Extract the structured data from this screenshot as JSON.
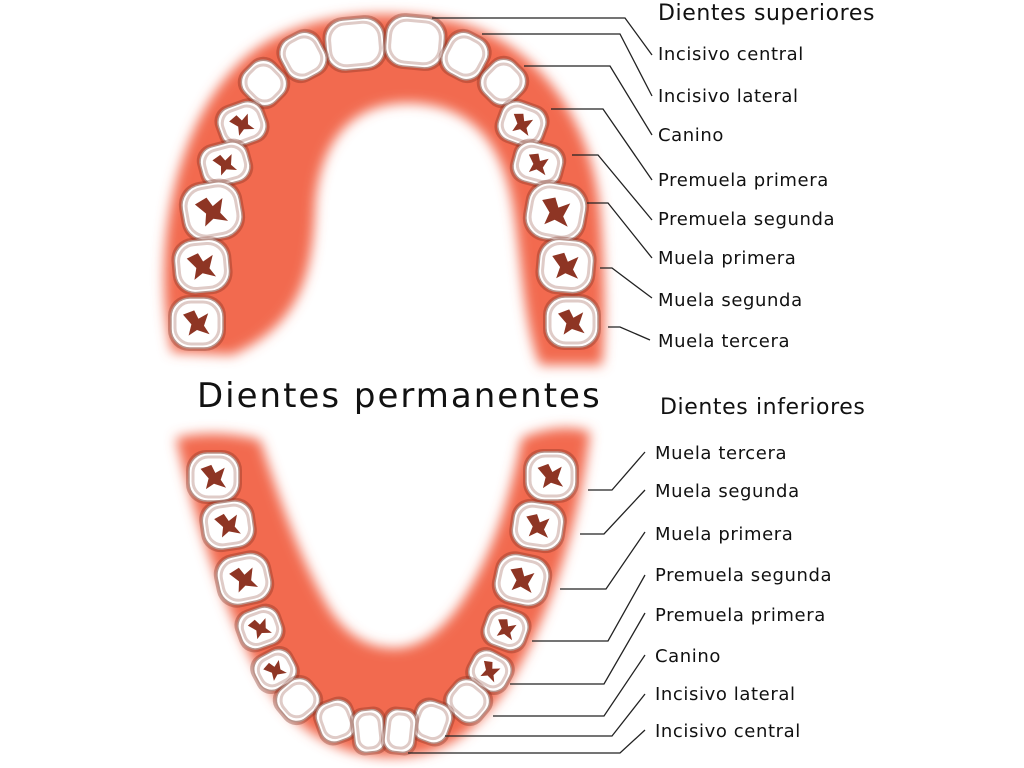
{
  "title": "Dientes permanentes",
  "upper": {
    "heading": "Dientes superiores",
    "labels": [
      "Incisivo central",
      "Incisivo lateral",
      "Canino",
      "Premuela primera",
      "Premuela segunda",
      "Muela primera",
      "Muela segunda",
      "Muela tercera"
    ]
  },
  "lower": {
    "heading": "Dientes inferiores",
    "labels": [
      "Muela tercera",
      "Muela segunda",
      "Muela primera",
      "Premuela segunda",
      "Premuela primera",
      "Canino",
      "Incisivo lateral",
      "Incisivo central"
    ]
  },
  "colors": {
    "gum": "#f26a50",
    "tooth": "#ffffff",
    "tooth_shadow": "#c9a9a2",
    "groove": "#8e3524",
    "leader": "#222222"
  }
}
